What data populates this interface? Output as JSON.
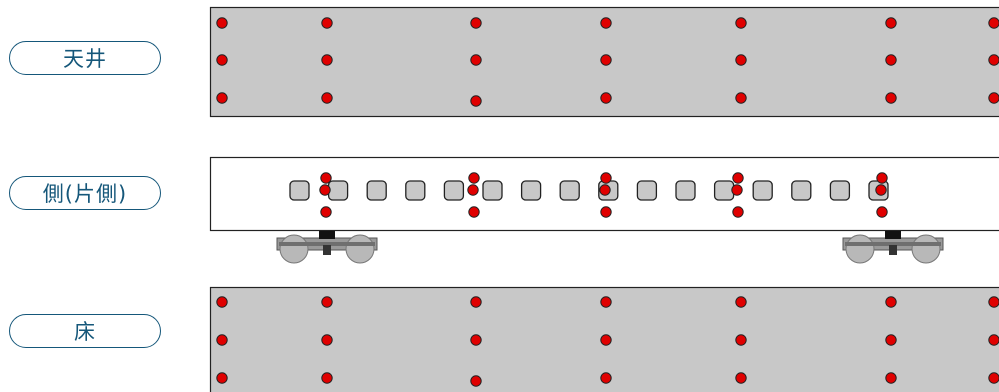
{
  "labels": {
    "ceiling": "天井",
    "side": "側(片側)",
    "floor": "床"
  },
  "colors": {
    "panel_fill": "#c8c8c8",
    "body_fill": "#ffffff",
    "outline": "#222222",
    "point_fill": "#e00000",
    "window_fill": "#c8c8c8",
    "label_text": "#15577a"
  },
  "measurement_points": {
    "ceiling_grid": {
      "columns": 7,
      "rows": 3
    },
    "side_points_per_group": 3,
    "side_groups": 5,
    "floor_grid": {
      "columns": 7,
      "rows": 3
    }
  },
  "windows_count": 16,
  "icons": {
    "measurement-point": "red-dot-icon",
    "bogie": "bogie-icon"
  }
}
